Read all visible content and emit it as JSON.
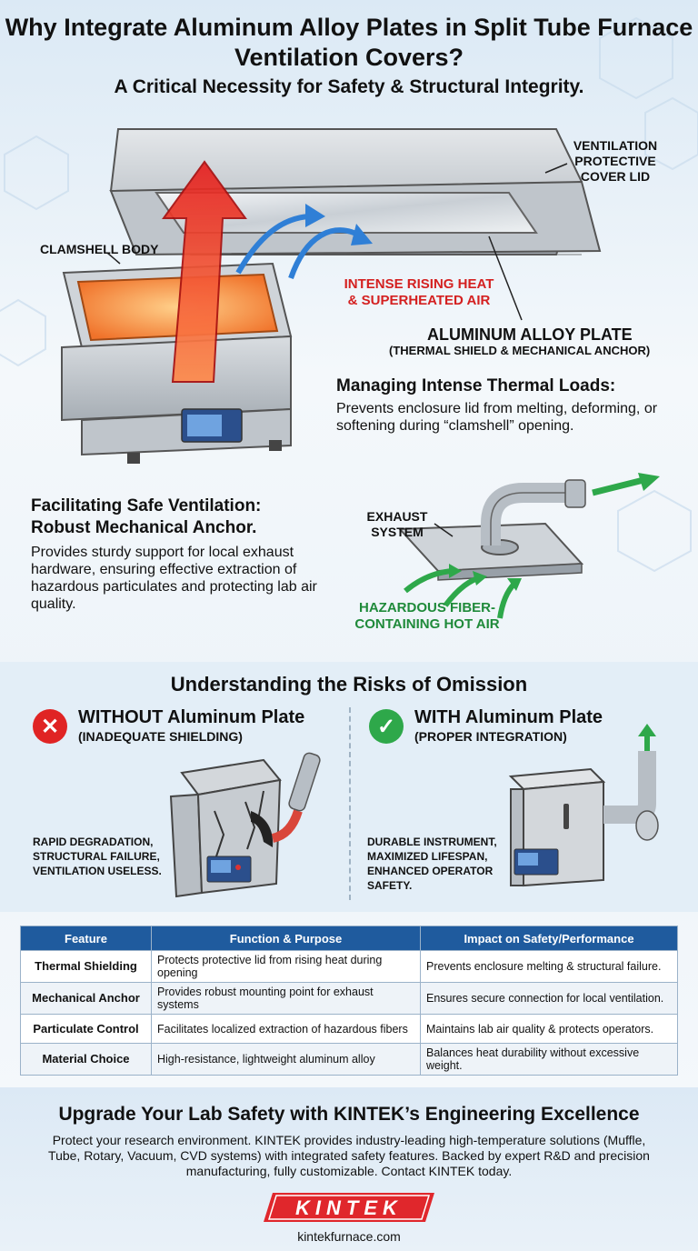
{
  "header": {
    "title": "Why Integrate Aluminum Alloy Plates in Split Tube Furnace Ventilation Covers?",
    "subtitle": "A Critical Necessity for Safety & Structural Integrity."
  },
  "hero": {
    "cover_lid_label": "VENTILATION PROTECTIVE COVER LID",
    "clamshell_label": "CLAMSHELL BODY",
    "heat_label": "INTENSE RISING HEAT & SUPERHEATED AIR",
    "plate_label": "ALUMINUM ALLOY PLATE",
    "plate_sublabel": "(THERMAL SHIELD & MECHANICAL ANCHOR)"
  },
  "thermal": {
    "heading": "Managing Intense Thermal Loads:",
    "body": "Prevents enclosure lid from melting, deforming, or softening during “clamshell” opening."
  },
  "ventilation": {
    "heading_line1": "Facilitating Safe Ventilation:",
    "heading_line2": "Robust Mechanical Anchor.",
    "body": "Provides sturdy support for local exhaust hardware, ensuring effective extraction of hazardous particulates and protecting lab air quality.",
    "exhaust_label": "EXHAUST SYSTEM",
    "hazard_label": "HAZARDOUS FIBER-CONTAINING HOT AIR"
  },
  "risks": {
    "title": "Understanding the Risks of Omission",
    "without": {
      "heading": "WITHOUT Aluminum Plate",
      "sub": "(INADEQUATE SHIELDING)",
      "note": "RAPID DEGRADATION, STRUCTURAL FAILURE, VENTILATION USELESS."
    },
    "with": {
      "heading": "WITH Aluminum Plate",
      "sub": "(PROPER INTEGRATION)",
      "note": "DURABLE INSTRUMENT, MAXIMIZED LIFESPAN, ENHANCED OPERATOR SAFETY."
    }
  },
  "table": {
    "headers": [
      "Feature",
      "Function & Purpose",
      "Impact on Safety/Performance"
    ],
    "rows": [
      [
        "Thermal Shielding",
        "Protects protective lid from rising heat during opening",
        "Prevents enclosure melting & structural failure."
      ],
      [
        "Mechanical Anchor",
        "Provides robust mounting point for exhaust systems",
        "Ensures secure connection for local ventilation."
      ],
      [
        "Particulate Control",
        "Facilitates localized extraction of hazardous fibers",
        "Maintains lab air quality & protects operators."
      ],
      [
        "Material Choice",
        "High-resistance, lightweight aluminum alloy",
        "Balances heat durability without excessive weight."
      ]
    ]
  },
  "cta": {
    "title": "Upgrade Your Lab Safety with KINTEK’s Engineering Excellence",
    "body": "Protect your research environment. KINTEK provides industry-leading high-temperature solutions (Muffle, Tube, Rotary, Vacuum, CVD systems) with integrated safety features. Backed by expert R&D and precision manufacturing, fully customizable. Contact KINTEK today.",
    "logo_text": "KINTEK",
    "website": "kintekfurnace.com"
  },
  "colors": {
    "accent_blue": "#1f5b9e",
    "heat_red": "#d42020",
    "air_green": "#1f8a3a",
    "brand_red": "#e0272c"
  }
}
